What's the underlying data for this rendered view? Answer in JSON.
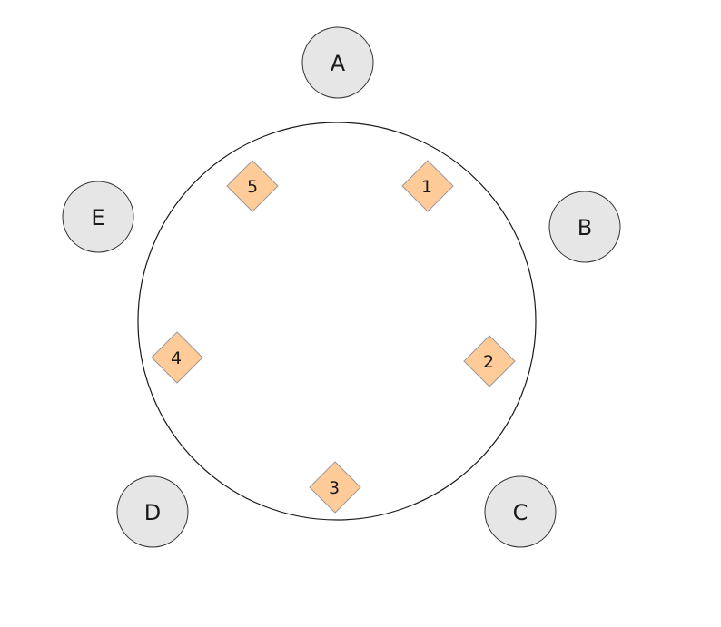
{
  "colors": {
    "node_fill": "#e6e6e6",
    "node_stroke": "#333333",
    "seat_fill": "#ffcc99",
    "seat_stroke": "#999999",
    "ring_stroke": "#1a1a1a"
  },
  "nodes": [
    {
      "id": "A",
      "label": "A"
    },
    {
      "id": "B",
      "label": "B"
    },
    {
      "id": "C",
      "label": "C"
    },
    {
      "id": "D",
      "label": "D"
    },
    {
      "id": "E",
      "label": "E"
    }
  ],
  "seats": [
    {
      "id": "1",
      "label": "1"
    },
    {
      "id": "2",
      "label": "2"
    },
    {
      "id": "3",
      "label": "3"
    },
    {
      "id": "4",
      "label": "4"
    },
    {
      "id": "5",
      "label": "5"
    }
  ]
}
